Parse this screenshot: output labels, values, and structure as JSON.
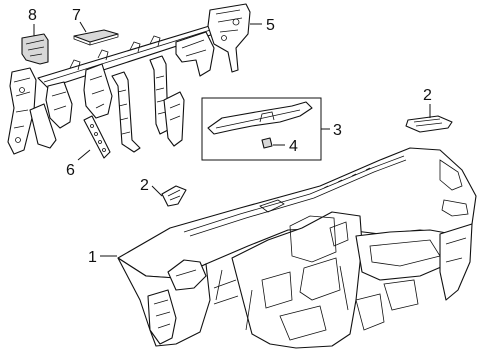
{
  "diagram": {
    "callouts": [
      {
        "id": "1",
        "label": "1"
      },
      {
        "id": "2a",
        "label": "2"
      },
      {
        "id": "2b",
        "label": "2"
      },
      {
        "id": "3",
        "label": "3"
      },
      {
        "id": "4",
        "label": "4"
      },
      {
        "id": "5",
        "label": "5"
      },
      {
        "id": "6",
        "label": "6"
      },
      {
        "id": "7",
        "label": "7"
      },
      {
        "id": "8",
        "label": "8"
      }
    ],
    "colors": {
      "line": "#111111",
      "background": "#ffffff",
      "fill_gray": "#d8d8d8"
    }
  }
}
